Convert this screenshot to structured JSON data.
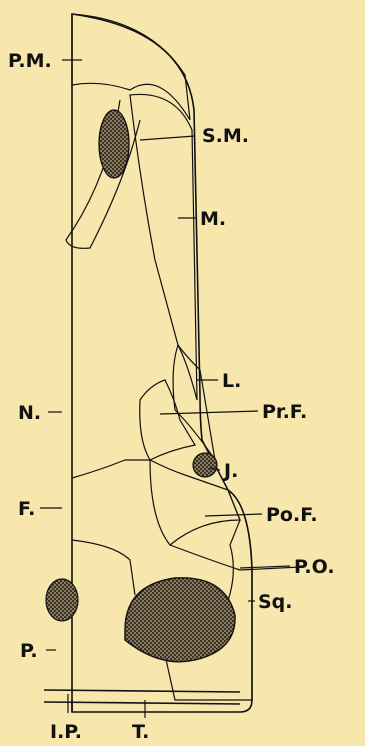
{
  "figure": {
    "labels": {
      "pm": "P.M.",
      "sm": "S.M.",
      "m": "M.",
      "l": "L.",
      "n": "N.",
      "prf": "Pr.F.",
      "j": "J.",
      "f": "F.",
      "pof": "Po.F.",
      "po": "P.O.",
      "sq": "Sq.",
      "p": "P.",
      "ip": "I.P.",
      "t": "T."
    },
    "colors": {
      "background": "#f7e7ad",
      "ink": "#111111"
    }
  }
}
